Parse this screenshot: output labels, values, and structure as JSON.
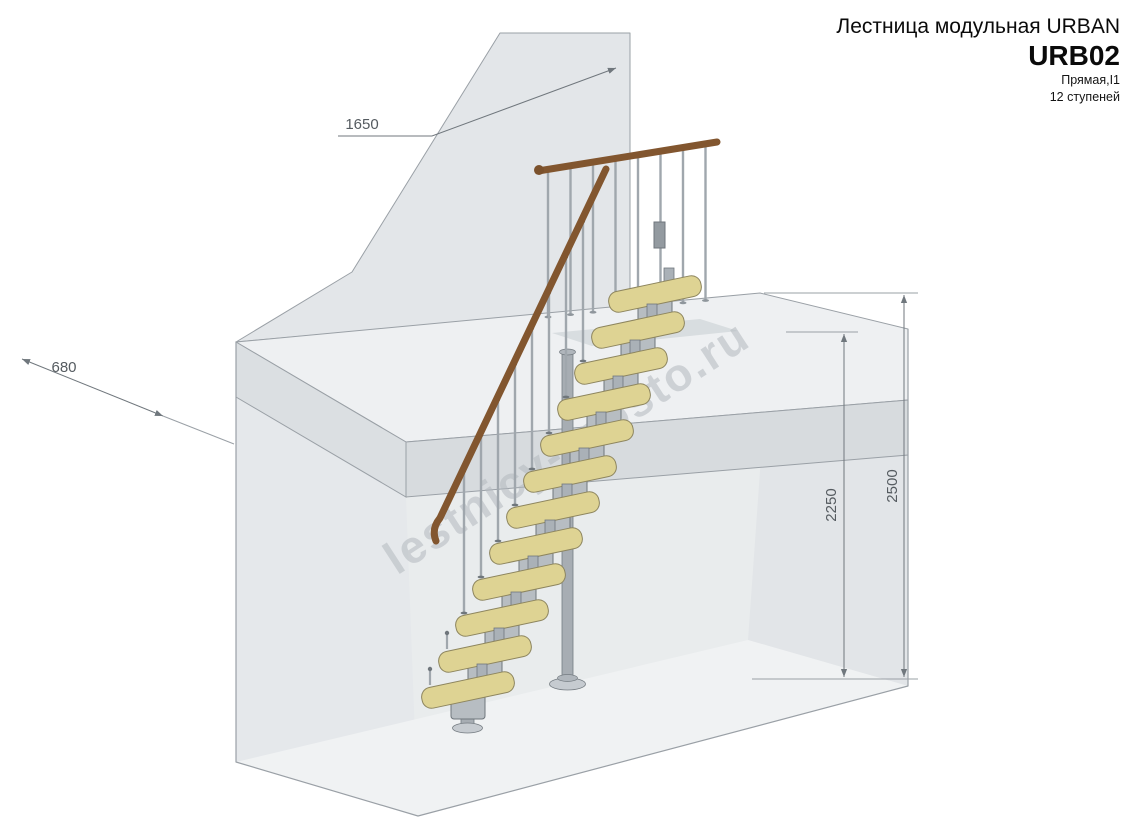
{
  "title_block": {
    "series": "Лестница модульная URBAN",
    "model": "URB02",
    "type": "Прямая,I1",
    "steps": "12 ступеней"
  },
  "dimensions": {
    "wall_top_width": "1650",
    "platform_depth": "680",
    "ceiling_height": "2250",
    "total_height": "2500"
  },
  "watermark": "lestnicy-prosto.ru",
  "drawing": {
    "step_count": 12,
    "colors": {
      "tread": "#ded393",
      "tread_edge": "#8d855e",
      "metal": "#b7bdc2",
      "metal_light": "#aab1b7",
      "metal_dark": "#6f767c",
      "baluster": "#a0a7ad",
      "rail": "#82562f",
      "rail_dark": "#7b512c",
      "wall": "#e3e6e9",
      "outline": "#9aa0a6",
      "dimension": "#70777d",
      "watermark": "#b2b8be"
    }
  }
}
